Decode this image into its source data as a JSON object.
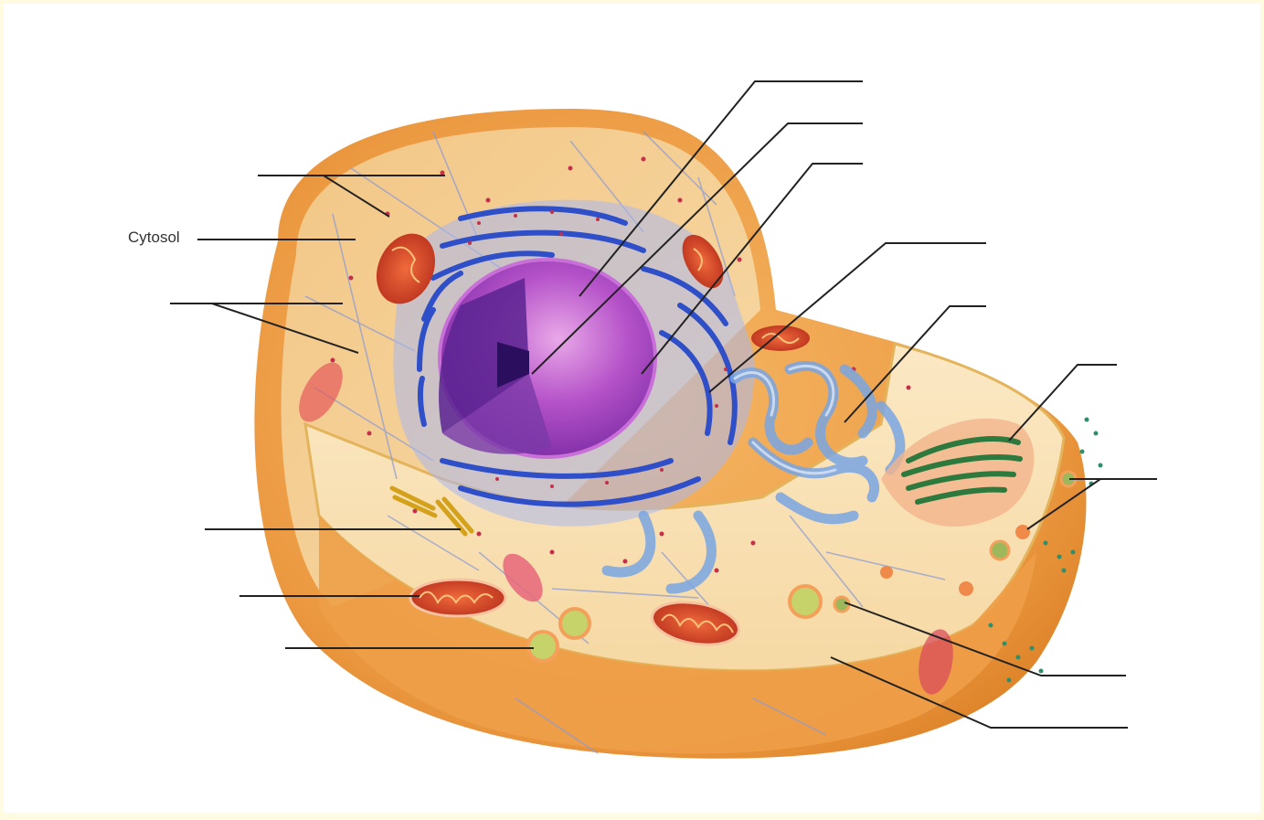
{
  "labels": {
    "cytosol": "Cytosol"
  },
  "colors": {
    "page_border": "#fffbe0",
    "cell_outer": "#e8913a",
    "cell_wall_band": "#f0a853",
    "cytoplasm": "#f5d49a",
    "nucleus": "#a23cc0",
    "nucleus_core": "#3a1670",
    "endoplasmic_reticulum": "#3d5fd6",
    "smooth_er": "#8fb4e6",
    "golgi": "#2e7a3e",
    "mitochondrion": "#d9462a",
    "centriole": "#e0b820",
    "vesicle": "#c8d36a",
    "leader_line": "#222222"
  },
  "icons": {
    "organelles": [
      "nucleus",
      "rough-er",
      "smooth-er",
      "golgi-apparatus",
      "mitochondrion",
      "centrioles",
      "vesicle",
      "cytoskeleton",
      "plasma-membrane",
      "ribosome"
    ]
  }
}
